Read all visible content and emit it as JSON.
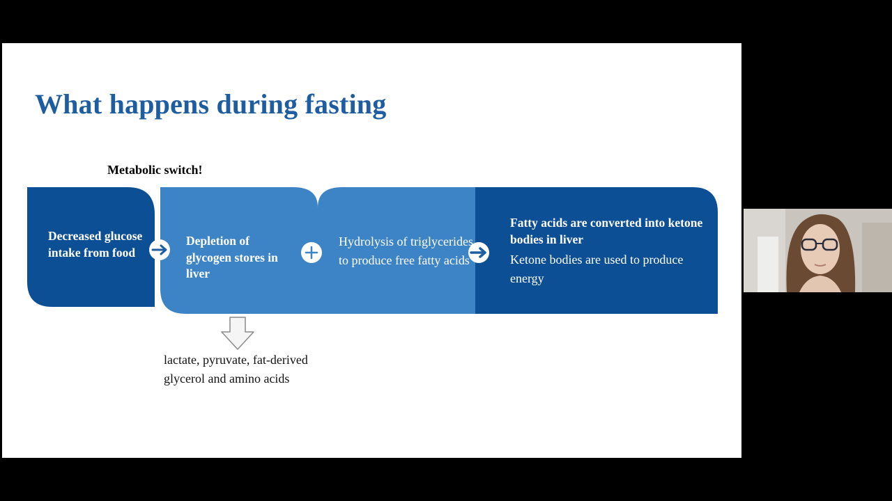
{
  "slide": {
    "title": "What happens during fasting",
    "switch_label": "Metabolic switch!",
    "steps": [
      {
        "text": "Decreased glucose intake from food"
      },
      {
        "text": "Depletion of glycogen stores in liver"
      },
      {
        "text": "Hydrolysis of triglycerides to produce free fatty acids"
      },
      {
        "heading": "Fatty acids are converted into ketone bodies in liver",
        "text": "Ketone bodies are used to produce energy"
      }
    ],
    "below_text": "lactate, pyruvate, fat-derived glycerol and amino acids"
  },
  "colors": {
    "title": "#1f5da1",
    "dark_blue": "#0d4f94",
    "light_blue": "#3d84c6",
    "background": "#000000"
  },
  "icons": [
    "arrow-right-icon",
    "plus-icon",
    "arrow-right-icon",
    "down-arrow-icon"
  ]
}
